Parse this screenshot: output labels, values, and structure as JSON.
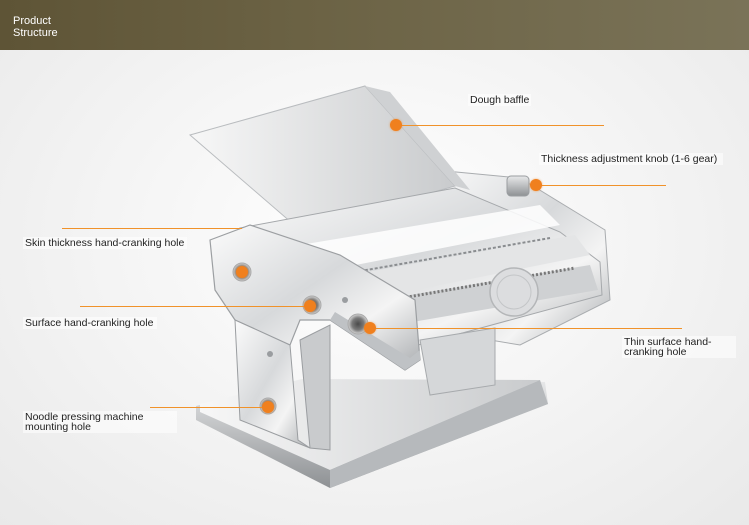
{
  "header": {
    "title_line1": "Product",
    "title_line2": "Structure"
  },
  "colors": {
    "header_bg": "#6b6244",
    "accent": "#f0801e",
    "leader_line": "#f0922a"
  },
  "image": {
    "subject": "pasta-maker-icon"
  },
  "callouts": [
    {
      "label": "Dough baffle"
    },
    {
      "label": "Thickness adjustment knob (1-6 gear)"
    },
    {
      "label": "Skin thickness hand-cranking hole"
    },
    {
      "label": "Surface hand-cranking hole"
    },
    {
      "label": "Thin surface hand-cranking hole"
    },
    {
      "label": "Noodle pressing machine mounting hole"
    }
  ]
}
